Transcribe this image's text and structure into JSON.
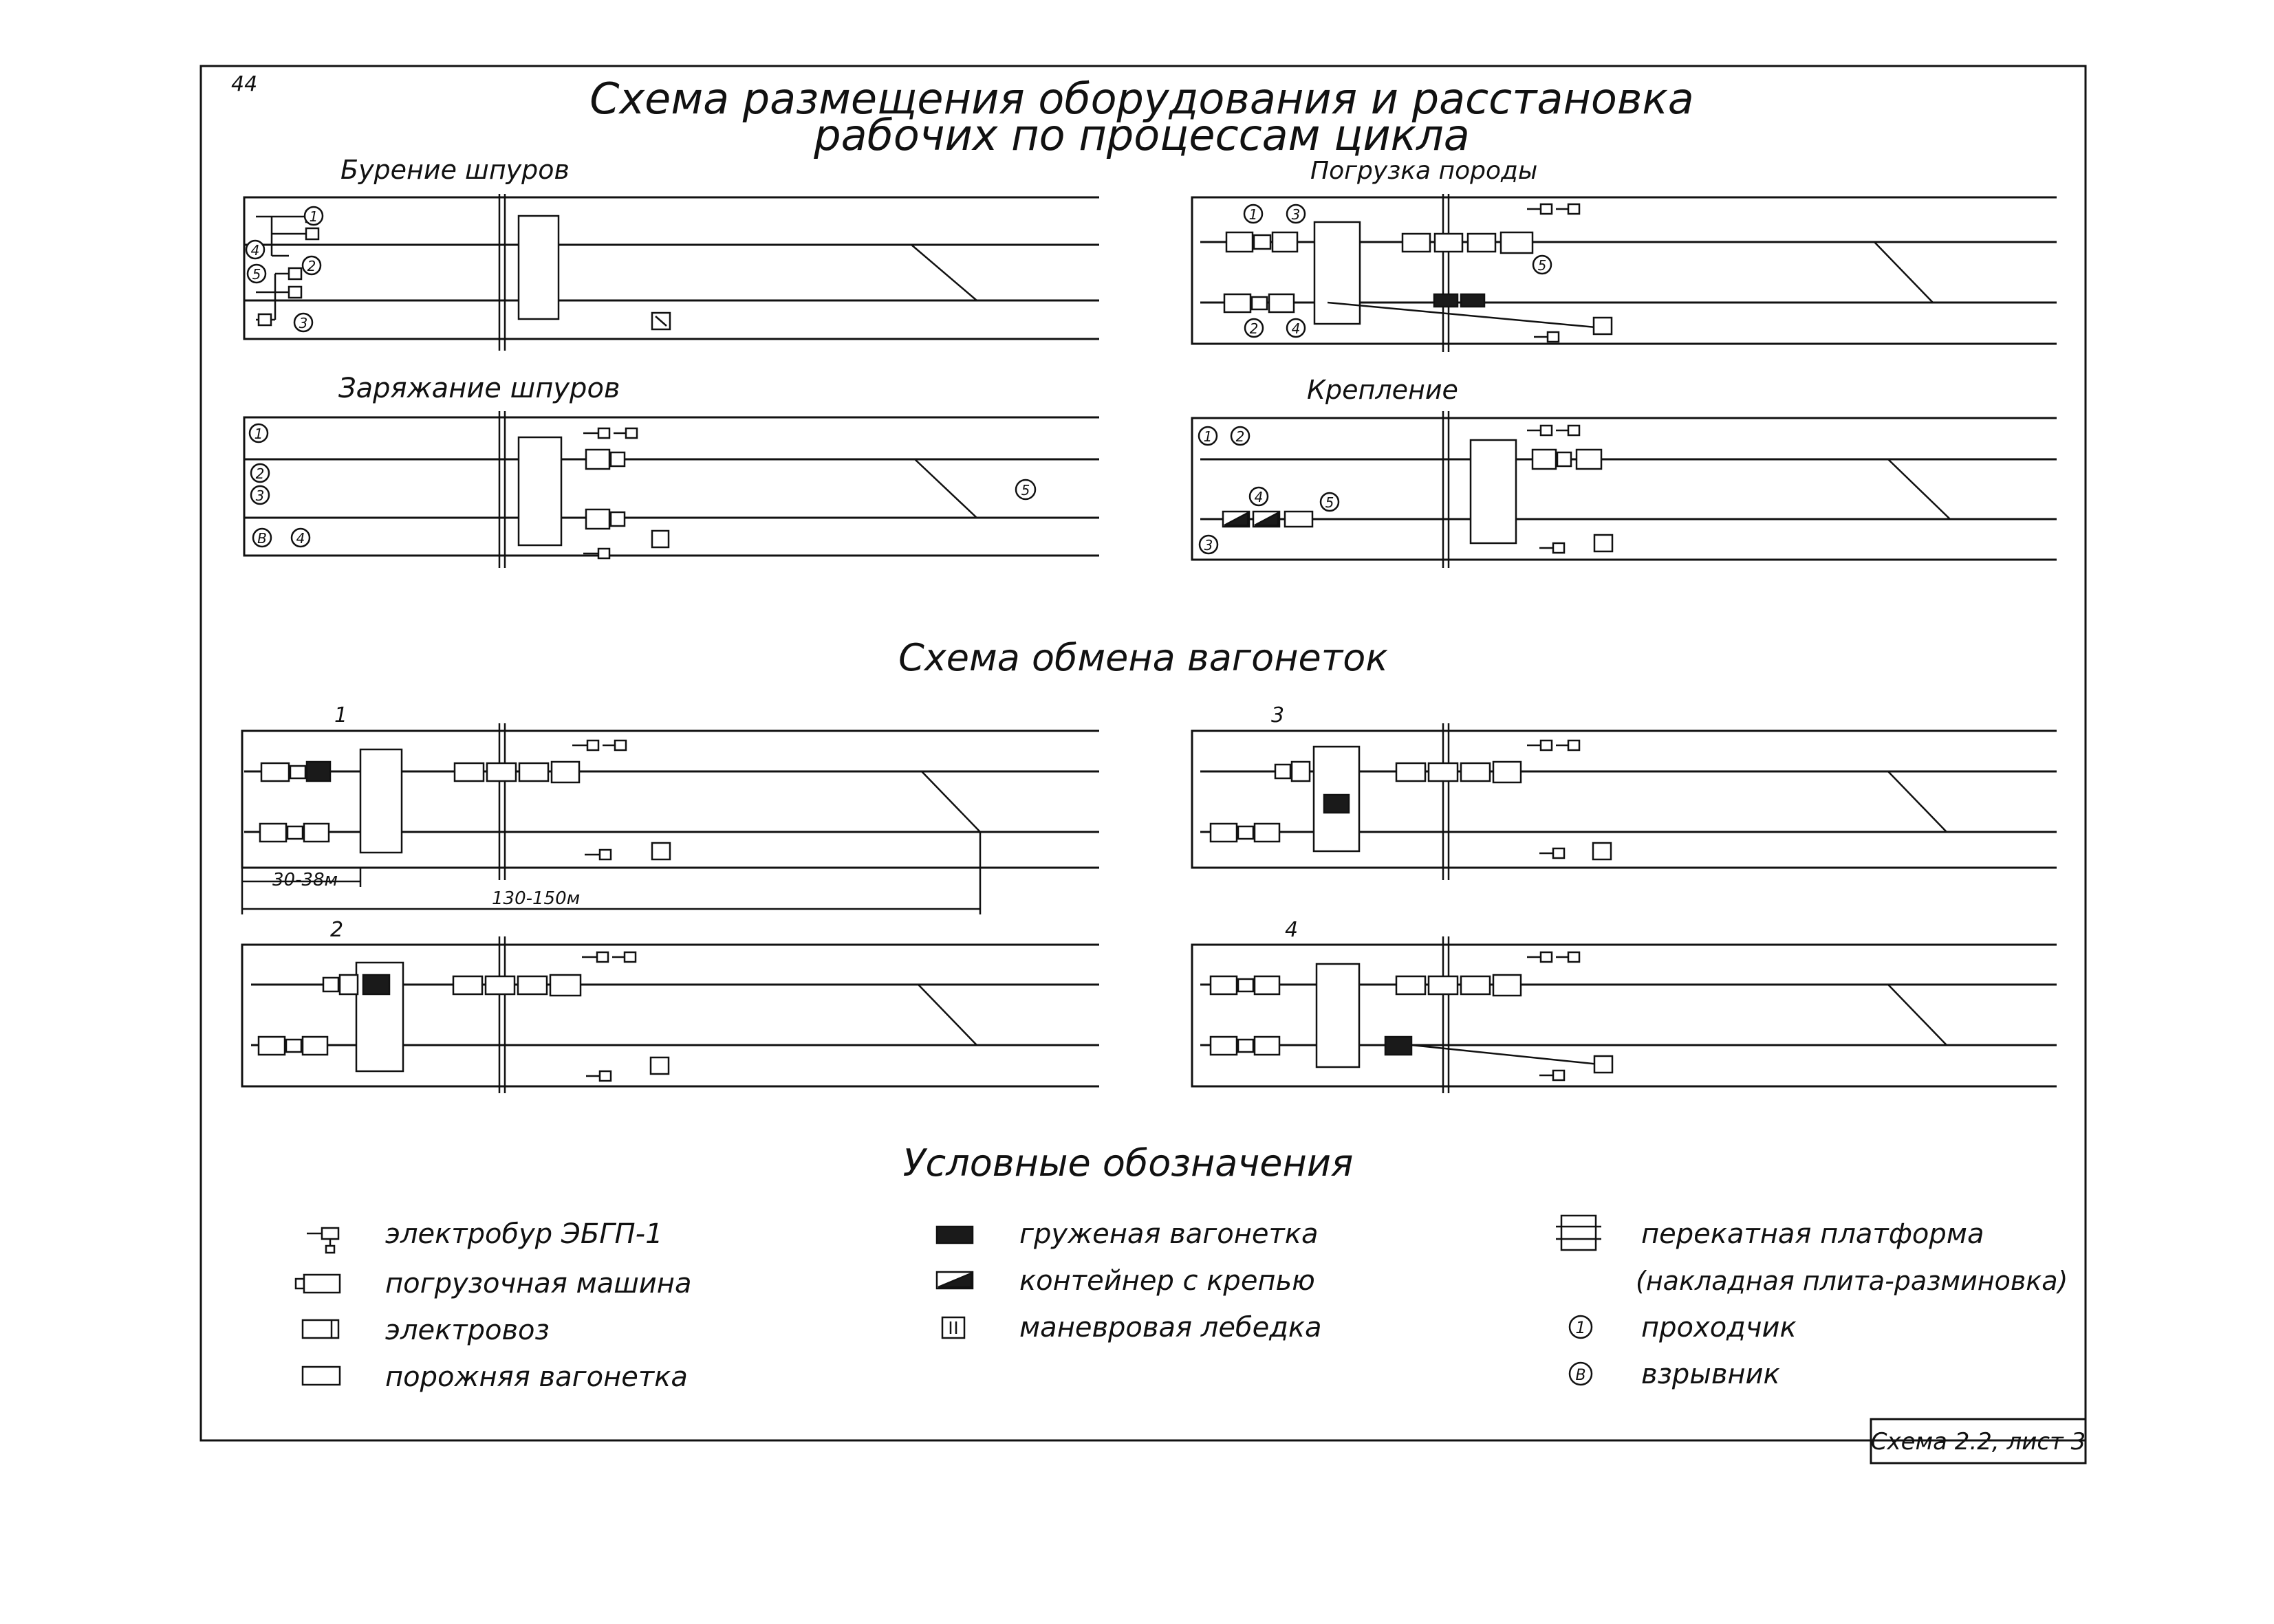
{
  "page_number": "44",
  "title_line1": "Схема размещения оборудования и расстановка",
  "title_line2": "рабочих по процессам цикла",
  "panels": {
    "drilling": {
      "title": "Бурение шпуров",
      "workers": [
        "1",
        "2",
        "3",
        "4",
        "5"
      ]
    },
    "loading": {
      "title": "Погрузка породы",
      "workers": [
        "1",
        "3",
        "5",
        "2",
        "4"
      ]
    },
    "charging": {
      "title": "Заряжание шпуров",
      "workers": [
        "1",
        "2",
        "3",
        "В",
        "4",
        "5"
      ]
    },
    "support": {
      "title": "Крепление",
      "workers": [
        "1",
        "2",
        "4",
        "5",
        "3"
      ]
    }
  },
  "exchange": {
    "title": "Схема обмена вагонеток",
    "labels": [
      "1",
      "2",
      "3",
      "4"
    ],
    "dim_short": "30-38м",
    "dim_long": "130-150м"
  },
  "legend": {
    "title": "Условные обозначения",
    "items": {
      "drill": "электробур ЭБГП-1",
      "loader": "погрузочная машина",
      "locomotive": "электровоз",
      "empty_car": "порожняя вагонетка",
      "loaded_car": "груженая вагонетка",
      "container": "контейнер с крепью",
      "winch": "маневровая лебедка",
      "platform": "перекатная платформа",
      "platform_note": "(накладная плита-разминовка)",
      "miner": "проходчик",
      "blaster": "взрывник"
    },
    "miner_symbol": "1",
    "blaster_symbol": "В"
  },
  "stamp": "Схема 2.2, лист 3",
  "colors": {
    "ink": "#111111",
    "paper": "#ffffff"
  }
}
